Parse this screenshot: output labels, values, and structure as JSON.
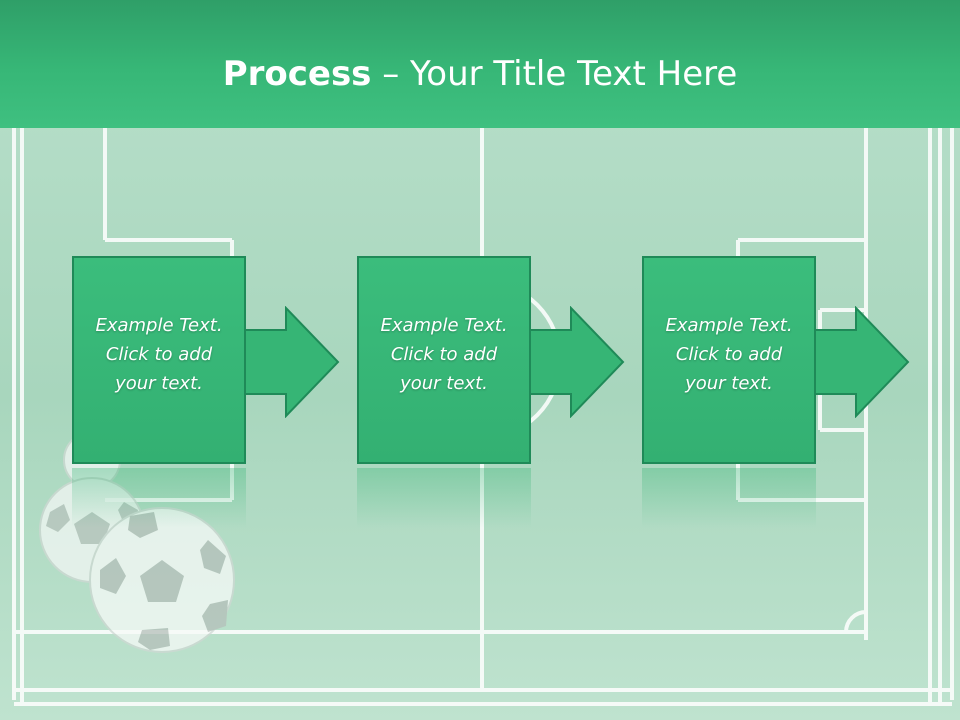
{
  "slide": {
    "title_bold": "Process",
    "title_rest": " – Your Title Text Here"
  },
  "steps": [
    {
      "text": "Example Text. Click  to add your text."
    },
    {
      "text": "Example Text. Click  to add your text."
    },
    {
      "text": "Example Text. Click  to add your text."
    }
  ],
  "colors": {
    "header": "#37b777",
    "box": "#36b575",
    "box_border": "#1f8a58",
    "field": "#b9e0cb",
    "lines": "#ffffff"
  },
  "icons": [
    "soccer-ball-icon",
    "arrow-right-icon"
  ]
}
